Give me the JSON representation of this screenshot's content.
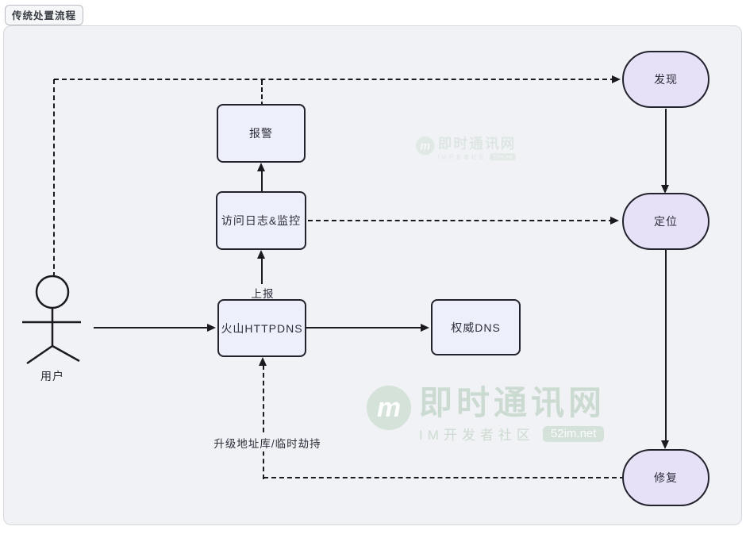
{
  "header": {
    "flow_badge": "传统处置流程"
  },
  "nodes": {
    "discover": "发现",
    "locate": "定位",
    "repair": "修复",
    "alarm": "报警",
    "access_log_monitor": "访问日志&监控",
    "volc_httpdns": "火山HTTPDNS",
    "auth_dns": "权威DNS",
    "user": "用户"
  },
  "edge_labels": {
    "report": "上报",
    "upgrade": "升级地址库/临时劫持"
  },
  "watermark": {
    "logo_letter": "m",
    "title": "即时通讯网",
    "subtitle": "IM开发者社区",
    "badge": "52im.net"
  },
  "colors": {
    "panel_bg": "#f1f2f6",
    "pill_fill": "#e7e1f8",
    "rect_fill": "#edf0fa",
    "stroke": "#1b1b1f",
    "watermark_green": "#91be96"
  }
}
